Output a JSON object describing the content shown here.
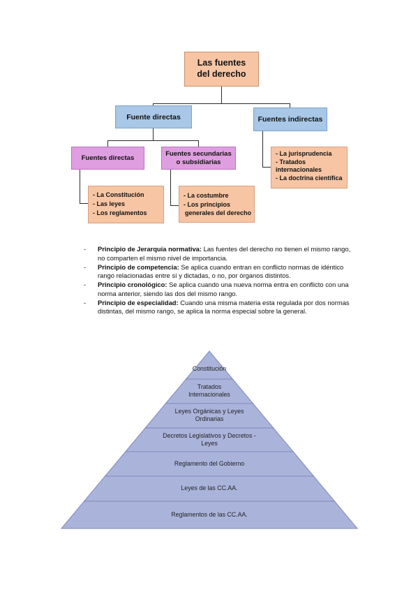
{
  "diagram": {
    "root": "Las fuentes del derecho",
    "direct": "Fuente directas",
    "indirect": "Fuentes indirectas",
    "primary": "Fuentes directas",
    "secondary": "Fuentes secundarias o subsidiarias",
    "primary_items": [
      "- La Constitución",
      "- Las leyes",
      "- Los reglamentos"
    ],
    "secondary_items": [
      "- La costumbre",
      "- Los principios",
      "generales del derecho"
    ],
    "indirect_items": [
      "- La jurisprudencia",
      "- Tratados",
      "internacionales",
      "- La doctrina científica"
    ]
  },
  "principles": [
    {
      "dash": "-",
      "title": "Principio de Jerarquía normativa:",
      "text": " Las fuentes del derecho no tienen el mismo rango, no comparten el mismo nivel de importancia."
    },
    {
      "dash": "-",
      "title": "Principio de competencia:",
      "text": " Se aplica cuando entran en conflicto normas de idéntico rango relacionadas entre sí y dictadas, o no, por órganos distintos."
    },
    {
      "dash": "-",
      "title": "Principio cronológico:",
      "text": " Se aplica cuando una nueva norma entra en conflicto con una norma anterior, siendo las dos del mismo rango."
    },
    {
      "dash": "-",
      "title": "Principio de especialidad:",
      "text": " Cuando una misma materia esta regulada por dos normas distintas, del mismo rango, se aplica la norma especial sobre la general."
    }
  ],
  "pyramid": {
    "colors": {
      "fill": "#aab4db",
      "stroke": "#7d88b8"
    },
    "levels": [
      {
        "lines": [
          "Constitución"
        ]
      },
      {
        "lines": [
          "Tratados",
          "Internacionales"
        ]
      },
      {
        "lines": [
          "Leyes Orgánicas y Leyes",
          "Ordinarias"
        ]
      },
      {
        "lines": [
          "Decretos Legislativos y Decretos -",
          "Leyes"
        ]
      },
      {
        "lines": [
          "Reglamento del Gobierno"
        ]
      },
      {
        "lines": [
          "Leyes de las CC.AA."
        ]
      },
      {
        "lines": [
          "Reglamentos de las CC.AA."
        ]
      }
    ]
  }
}
